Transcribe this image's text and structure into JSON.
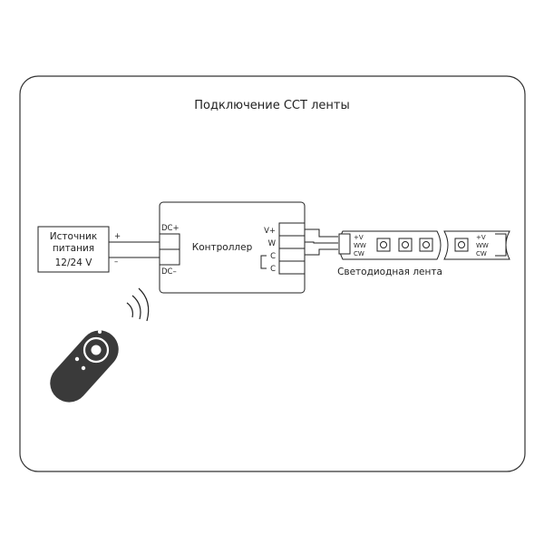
{
  "title": "Подключение CCT ленты",
  "power_supply": {
    "line1": "Источник",
    "line2": "питания",
    "voltage": "12/24 V",
    "plus": "+",
    "minus": "–"
  },
  "controller": {
    "label": "Контроллер",
    "dc_plus": "DC+",
    "dc_minus": "DC–",
    "out_vplus": "V+",
    "out_w": "W",
    "out_c1": "C",
    "out_c2": "C"
  },
  "led_strip": {
    "label": "Светодиодная лента",
    "pin_vplus": "+V",
    "pin_ww": "WW",
    "pin_cw": "CW"
  },
  "colors": {
    "stroke": "#222222",
    "frame": "#333333",
    "remote_fill": "#3a3a3a"
  }
}
